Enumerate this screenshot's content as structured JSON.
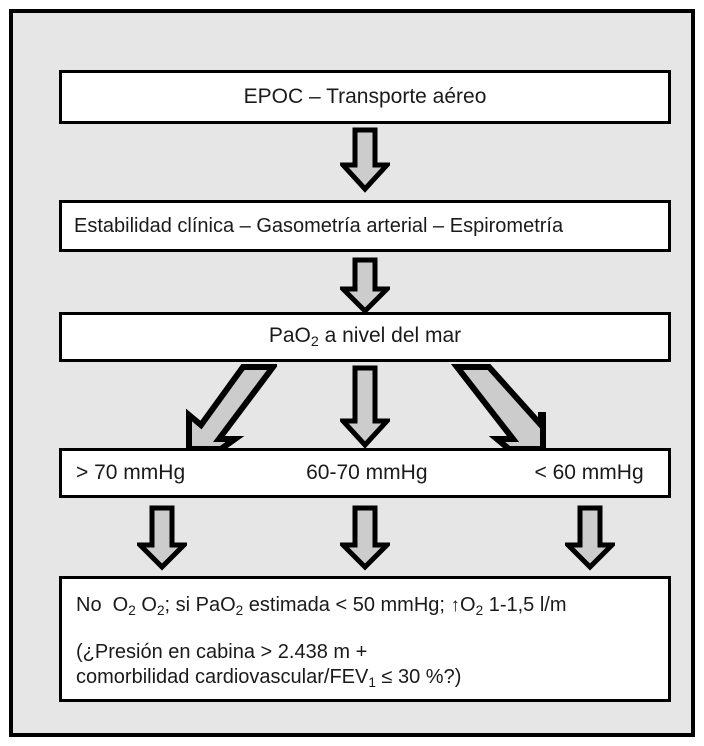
{
  "figure": {
    "background_color": "#e6e6e6",
    "border_color": "#000000",
    "box_fill": "#ffffff",
    "arrow_fill": "#cccccc"
  },
  "nodes": {
    "title": "EPOC – Transporte aéreo",
    "stability": "Estabilidad clínica – Gasometría arterial – Espirometría",
    "pao2_prefix": "PaO",
    "pao2_sub": "2",
    "pao2_suffix": " a nivel del mar",
    "ranges": [
      "> 70 mmHg",
      "60-70 mmHg",
      "< 60 mmHg"
    ],
    "advice": {
      "line1_a": "No  O",
      "line1_sub1": "2",
      "line1_b": " O",
      "line1_sub2": "2",
      "line1_c": "; si PaO",
      "line1_sub3": "2",
      "line1_d": " estimada < 50 mmHg; ",
      "line1_arrow": "↑",
      "line1_e": "O",
      "line1_sub4": "2",
      "line1_f": " 1-1,5 l/m",
      "line2": "(¿Presión en cabina > 2.438 m +",
      "line3_a": "comorbilidad cardiovascular/FEV",
      "line3_sub": "1",
      "line3_b": " ≤ 30 %?)"
    }
  },
  "arrows": {
    "title_to_stability": "down-arrow",
    "stability_to_pao2": "down-arrow",
    "pao2_to_middle": "down-arrow",
    "pao2_to_left": "down-left-arrow",
    "pao2_to_right": "down-right-arrow",
    "range1_to_advice": "down-arrow",
    "range2_to_advice": "down-arrow",
    "range3_to_advice": "down-arrow"
  }
}
